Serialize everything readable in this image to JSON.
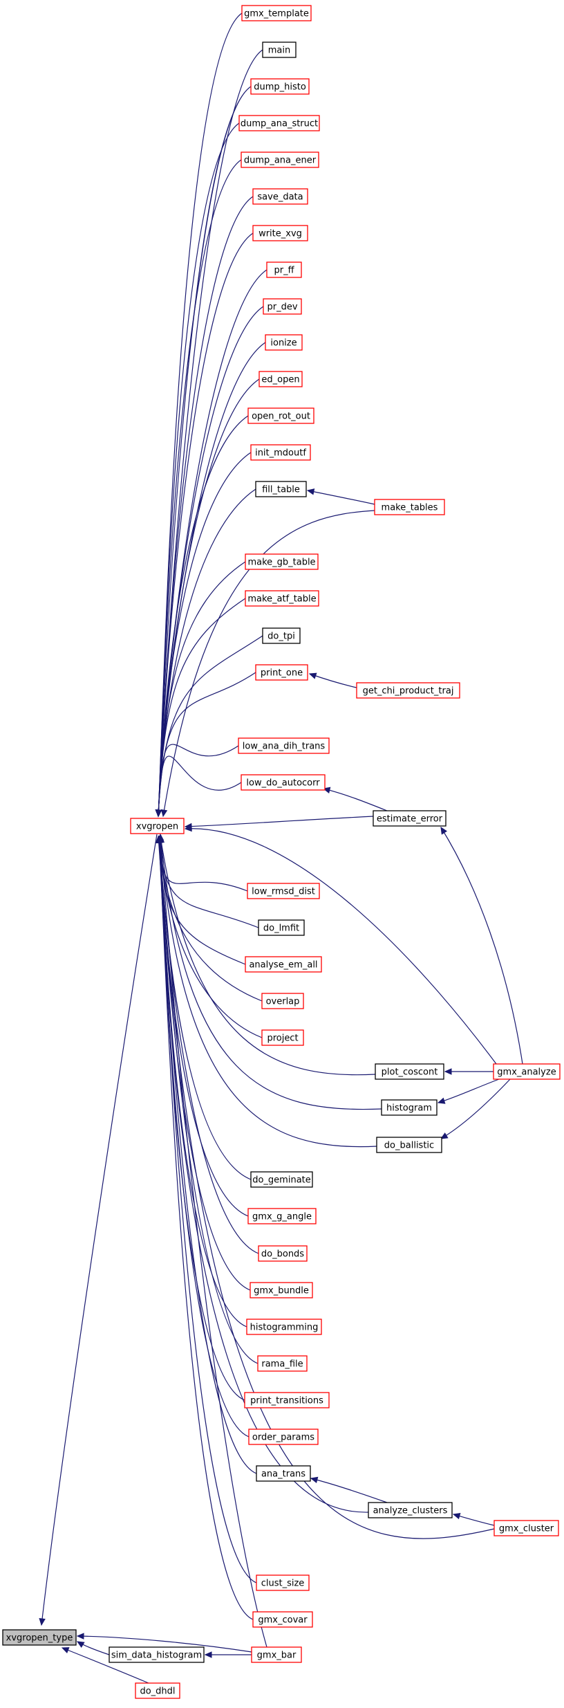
{
  "graph": {
    "colors": {
      "edge": "#191970",
      "node_border_default": "#ff0000",
      "node_border_documented": "#000000",
      "root_fill": "#bfbfbf"
    },
    "nodes": [
      {
        "id": "xvgropen_type",
        "label": "xvgropen_type",
        "style": "root"
      },
      {
        "id": "xvgropen",
        "label": "xvgropen",
        "style": "red"
      },
      {
        "id": "sim_data_histogram",
        "label": "sim_data_histogram",
        "style": "black"
      },
      {
        "id": "do_dhdl",
        "label": "do_dhdl",
        "style": "red"
      },
      {
        "id": "gmx_bar",
        "label": "gmx_bar",
        "style": "red"
      },
      {
        "id": "gmx_template",
        "label": "gmx_template",
        "style": "red"
      },
      {
        "id": "main",
        "label": "main",
        "style": "black"
      },
      {
        "id": "dump_histo",
        "label": "dump_histo",
        "style": "red"
      },
      {
        "id": "dump_ana_struct",
        "label": "dump_ana_struct",
        "style": "red"
      },
      {
        "id": "dump_ana_ener",
        "label": "dump_ana_ener",
        "style": "red"
      },
      {
        "id": "save_data",
        "label": "save_data",
        "style": "red"
      },
      {
        "id": "write_xvg",
        "label": "write_xvg",
        "style": "red"
      },
      {
        "id": "pr_ff",
        "label": "pr_ff",
        "style": "red"
      },
      {
        "id": "pr_dev",
        "label": "pr_dev",
        "style": "red"
      },
      {
        "id": "ionize",
        "label": "ionize",
        "style": "red"
      },
      {
        "id": "ed_open",
        "label": "ed_open",
        "style": "red"
      },
      {
        "id": "open_rot_out",
        "label": "open_rot_out",
        "style": "red"
      },
      {
        "id": "init_mdoutf",
        "label": "init_mdoutf",
        "style": "red"
      },
      {
        "id": "fill_table",
        "label": "fill_table",
        "style": "black"
      },
      {
        "id": "make_tables",
        "label": "make_tables",
        "style": "red"
      },
      {
        "id": "make_gb_table",
        "label": "make_gb_table",
        "style": "red"
      },
      {
        "id": "make_atf_table",
        "label": "make_atf_table",
        "style": "red"
      },
      {
        "id": "do_tpi",
        "label": "do_tpi",
        "style": "black"
      },
      {
        "id": "print_one",
        "label": "print_one",
        "style": "red"
      },
      {
        "id": "get_chi_product_traj",
        "label": "get_chi_product_traj",
        "style": "red"
      },
      {
        "id": "low_ana_dih_trans",
        "label": "low_ana_dih_trans",
        "style": "red"
      },
      {
        "id": "low_do_autocorr",
        "label": "low_do_autocorr",
        "style": "red"
      },
      {
        "id": "estimate_error",
        "label": "estimate_error",
        "style": "black"
      },
      {
        "id": "low_rmsd_dist",
        "label": "low_rmsd_dist",
        "style": "red"
      },
      {
        "id": "do_lmfit",
        "label": "do_lmfit",
        "style": "black"
      },
      {
        "id": "analyse_em_all",
        "label": "analyse_em_all",
        "style": "red"
      },
      {
        "id": "overlap",
        "label": "overlap",
        "style": "red"
      },
      {
        "id": "project",
        "label": "project",
        "style": "red"
      },
      {
        "id": "plot_coscont",
        "label": "plot_coscont",
        "style": "black"
      },
      {
        "id": "gmx_analyze",
        "label": "gmx_analyze",
        "style": "red"
      },
      {
        "id": "histogram",
        "label": "histogram",
        "style": "black"
      },
      {
        "id": "do_ballistic",
        "label": "do_ballistic",
        "style": "black"
      },
      {
        "id": "do_geminate",
        "label": "do_geminate",
        "style": "black"
      },
      {
        "id": "gmx_g_angle",
        "label": "gmx_g_angle",
        "style": "red"
      },
      {
        "id": "do_bonds",
        "label": "do_bonds",
        "style": "red"
      },
      {
        "id": "gmx_bundle",
        "label": "gmx_bundle",
        "style": "red"
      },
      {
        "id": "histogramming",
        "label": "histogramming",
        "style": "red"
      },
      {
        "id": "rama_file",
        "label": "rama_file",
        "style": "red"
      },
      {
        "id": "print_transitions",
        "label": "print_transitions",
        "style": "red"
      },
      {
        "id": "order_params",
        "label": "order_params",
        "style": "red"
      },
      {
        "id": "ana_trans",
        "label": "ana_trans",
        "style": "black"
      },
      {
        "id": "analyze_clusters",
        "label": "analyze_clusters",
        "style": "black"
      },
      {
        "id": "gmx_cluster",
        "label": "gmx_cluster",
        "style": "red"
      },
      {
        "id": "clust_size",
        "label": "clust_size",
        "style": "red"
      },
      {
        "id": "gmx_covar",
        "label": "gmx_covar",
        "style": "red"
      }
    ],
    "edges": [
      [
        "xvgropen",
        "xvgropen_type"
      ],
      [
        "sim_data_histogram",
        "xvgropen_type"
      ],
      [
        "do_dhdl",
        "xvgropen_type"
      ],
      [
        "gmx_bar",
        "xvgropen_type"
      ],
      [
        "gmx_bar",
        "sim_data_histogram"
      ],
      [
        "gmx_template",
        "xvgropen"
      ],
      [
        "main",
        "xvgropen"
      ],
      [
        "dump_histo",
        "xvgropen"
      ],
      [
        "dump_ana_struct",
        "xvgropen"
      ],
      [
        "dump_ana_ener",
        "xvgropen"
      ],
      [
        "save_data",
        "xvgropen"
      ],
      [
        "write_xvg",
        "xvgropen"
      ],
      [
        "pr_ff",
        "xvgropen"
      ],
      [
        "pr_dev",
        "xvgropen"
      ],
      [
        "ionize",
        "xvgropen"
      ],
      [
        "ed_open",
        "xvgropen"
      ],
      [
        "open_rot_out",
        "xvgropen"
      ],
      [
        "init_mdoutf",
        "xvgropen"
      ],
      [
        "fill_table",
        "xvgropen"
      ],
      [
        "make_tables",
        "fill_table"
      ],
      [
        "make_tables",
        "xvgropen"
      ],
      [
        "make_gb_table",
        "xvgropen"
      ],
      [
        "make_atf_table",
        "xvgropen"
      ],
      [
        "do_tpi",
        "xvgropen"
      ],
      [
        "print_one",
        "xvgropen"
      ],
      [
        "get_chi_product_traj",
        "print_one"
      ],
      [
        "low_ana_dih_trans",
        "xvgropen"
      ],
      [
        "low_do_autocorr",
        "xvgropen"
      ],
      [
        "estimate_error",
        "low_do_autocorr"
      ],
      [
        "estimate_error",
        "xvgropen"
      ],
      [
        "gmx_analyze",
        "estimate_error"
      ],
      [
        "gmx_analyze",
        "xvgropen"
      ],
      [
        "low_rmsd_dist",
        "xvgropen"
      ],
      [
        "do_lmfit",
        "xvgropen"
      ],
      [
        "analyse_em_all",
        "xvgropen"
      ],
      [
        "overlap",
        "xvgropen"
      ],
      [
        "project",
        "xvgropen"
      ],
      [
        "plot_coscont",
        "xvgropen"
      ],
      [
        "gmx_analyze",
        "plot_coscont"
      ],
      [
        "histogram",
        "xvgropen"
      ],
      [
        "gmx_analyze",
        "histogram"
      ],
      [
        "do_ballistic",
        "xvgropen"
      ],
      [
        "gmx_analyze",
        "do_ballistic"
      ],
      [
        "do_geminate",
        "xvgropen"
      ],
      [
        "gmx_g_angle",
        "xvgropen"
      ],
      [
        "do_bonds",
        "xvgropen"
      ],
      [
        "gmx_bundle",
        "xvgropen"
      ],
      [
        "histogramming",
        "xvgropen"
      ],
      [
        "rama_file",
        "xvgropen"
      ],
      [
        "print_transitions",
        "xvgropen"
      ],
      [
        "order_params",
        "xvgropen"
      ],
      [
        "ana_trans",
        "xvgropen"
      ],
      [
        "analyze_clusters",
        "ana_trans"
      ],
      [
        "analyze_clusters",
        "xvgropen"
      ],
      [
        "gmx_cluster",
        "analyze_clusters"
      ],
      [
        "gmx_cluster",
        "xvgropen"
      ],
      [
        "clust_size",
        "xvgropen"
      ],
      [
        "gmx_covar",
        "xvgropen"
      ],
      [
        "gmx_bar",
        "xvgropen"
      ]
    ]
  }
}
